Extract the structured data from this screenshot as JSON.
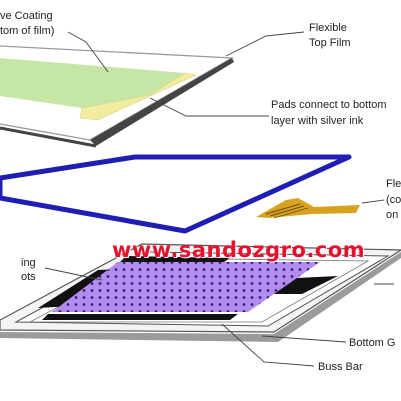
{
  "labels": {
    "adhesive_line1": "ve Coating",
    "adhesive_line2": "tom of film)",
    "flexible_line1": "Flexible",
    "flexible_line2": "Top Film",
    "pads_line1": "Pads connect to bottom",
    "pads_line2": "layer with silver ink",
    "tail_line1": "Fle",
    "tail_line2": "(co",
    "tail_line3": "on",
    "dots_line1": "ing",
    "dots_line2": "ots",
    "bottom": "Bottom G",
    "buss": "Buss Bar"
  },
  "watermark": "www.sandozgro.com",
  "colors": {
    "coating": "#c6e6a6",
    "pad_strip": "#f2eca0",
    "spacer": "#1e1eb4",
    "tail": "#d8a21e",
    "dot_grid": "#b38cf0",
    "bus": "#111111",
    "watermark": "#e8112d",
    "leader": "#444444"
  }
}
